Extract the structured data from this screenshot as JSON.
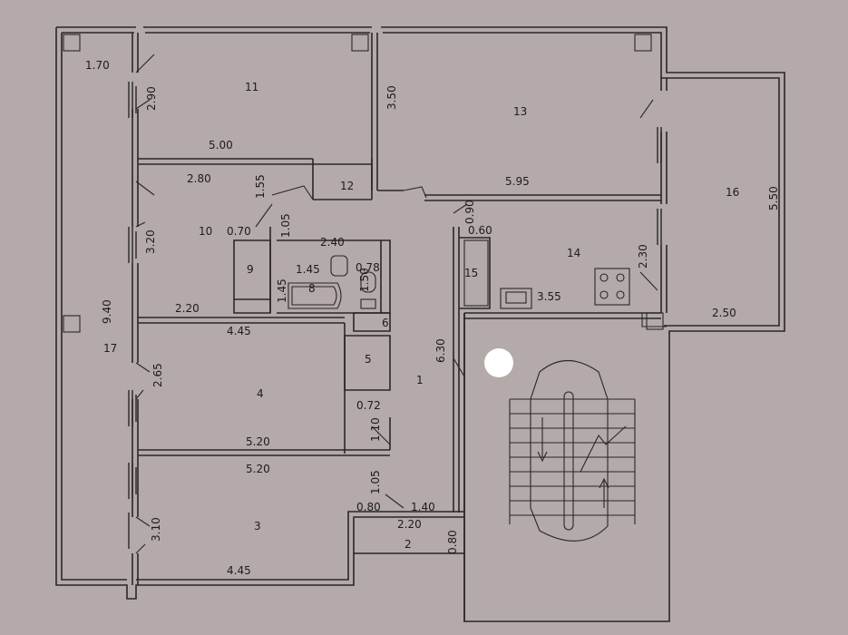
{
  "rooms": {
    "r1": "1",
    "r2": "2",
    "r3": "3",
    "r4": "4",
    "r5": "5",
    "r6": "6",
    "r8": "8",
    "r9": "9",
    "r10": "10",
    "r11": "11",
    "r12": "12",
    "r13": "13",
    "r14": "14",
    "r15": "15",
    "r16": "16",
    "r17": "17"
  },
  "dims": {
    "d_1_70": "1.70",
    "d_2_90": "2.90",
    "d_5_00": "5.00",
    "d_3_50": "3.50",
    "d_5_95": "5.95",
    "d_5_50": "5.50",
    "d_2_80": "2.80",
    "d_1_55": "1.55",
    "d_0_70": "0.70",
    "d_1_05a": "1.05",
    "d_3_20": "3.20",
    "d_2_40": "2.40",
    "d_1_45a": "1.45",
    "d_0_78": "0.78",
    "d_1_45b": "1.45",
    "d_1_50": "1.50",
    "d_0_90": "0.90",
    "d_0_60": "0.60",
    "d_2_30": "2.30",
    "d_3_55": "3.55",
    "d_2_50": "2.50",
    "d_2_20a": "2.20",
    "d_4_45a": "4.45",
    "d_9_40": "9.40",
    "d_6_30": "6.30",
    "d_2_65": "2.65",
    "d_0_72": "0.72",
    "d_1_10": "1.10",
    "d_5_20a": "5.20",
    "d_5_20b": "5.20",
    "d_1_05b": "1.05",
    "d_0_80a": "0.80",
    "d_1_40": "1.40",
    "d_2_20b": "2.20",
    "d_0_80b": "0.80",
    "d_3_10": "3.10",
    "d_4_45b": "4.45"
  },
  "colors": {
    "paper": "#b3aaa9",
    "ink": "#2a2728"
  }
}
